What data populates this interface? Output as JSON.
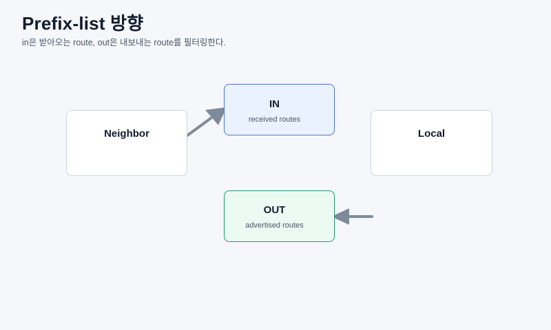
{
  "header": {
    "title": "Prefix-list 방향",
    "subtitle": "in은 받아오는 route, out은 내보내는 route를 필터링한다."
  },
  "nodes": {
    "neighbor": {
      "label": "Neighbor"
    },
    "local": {
      "label": "Local"
    },
    "in": {
      "label": "IN",
      "description": "received routes"
    },
    "out": {
      "label": "OUT",
      "description": "advertised routes"
    }
  },
  "colors": {
    "background": "#f5f7fb",
    "in_fill": "#ebf2ff",
    "in_border": "#4a74c9",
    "out_fill": "#ebfaf3",
    "out_border": "#1f9a73",
    "arrow": "#7d8a9a",
    "neutral_border": "#ccd3dd"
  }
}
